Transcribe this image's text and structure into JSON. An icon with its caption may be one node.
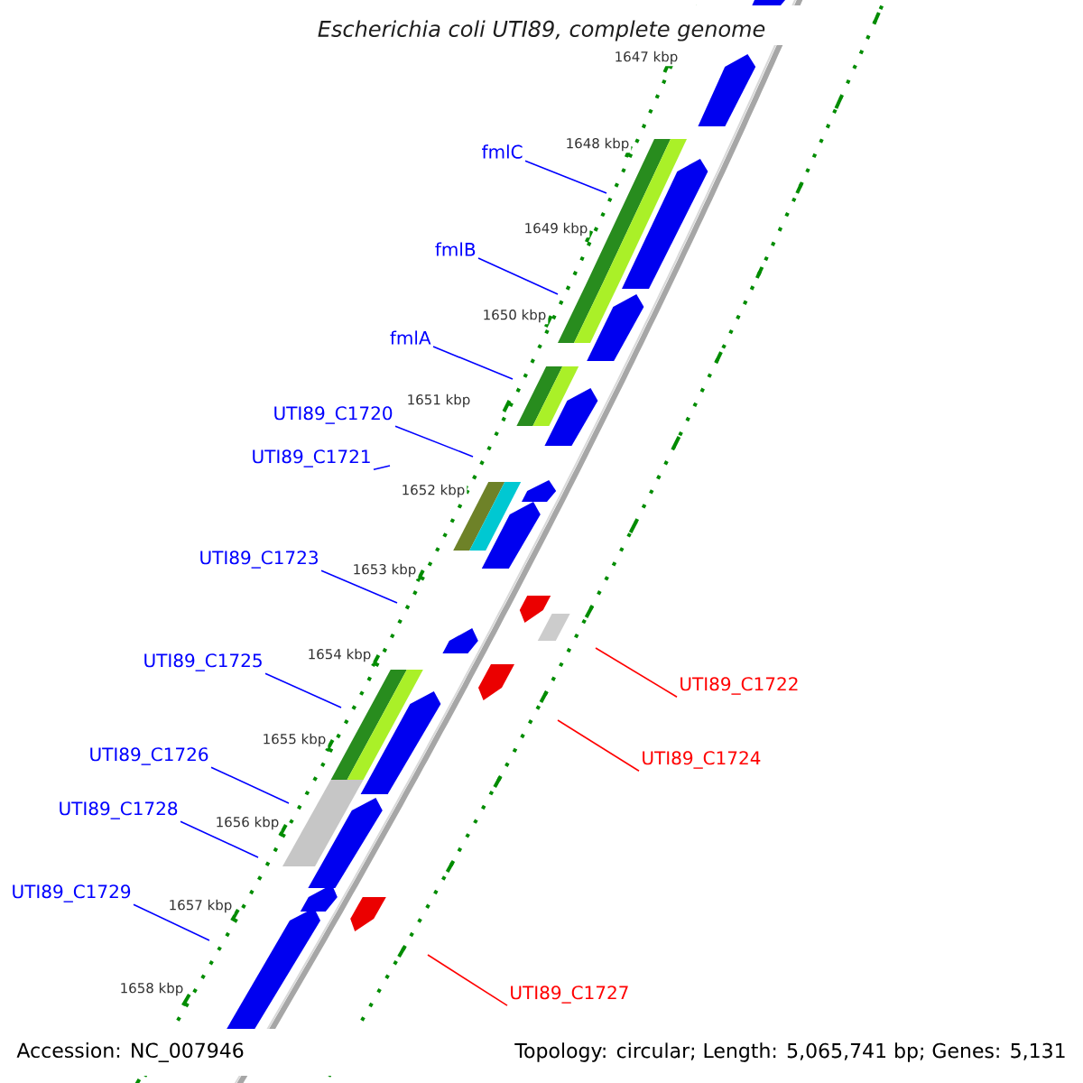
{
  "diagram": {
    "title": "Escherichia coli UTI89, complete genome",
    "nodes": [
      {
        "text": [
          "fmlC"
        ]
      },
      {
        "text": [
          "fmlB"
        ]
      },
      {
        "text": [
          "fmlA"
        ]
      },
      {
        "text": [
          "UTI89_C1720"
        ]
      },
      {
        "text": [
          "UTI89_C1721"
        ]
      },
      {
        "text": [
          "UTI89_C1723"
        ]
      },
      {
        "text": [
          "UTI89_C1725"
        ]
      },
      {
        "text": [
          "UTI89_C1722"
        ]
      },
      {
        "text": [
          "UTI89_C1726"
        ]
      },
      {
        "text": [
          "UTI89_C1724"
        ]
      },
      {
        "text": [
          "UTI89_C1728"
        ]
      },
      {
        "text": [
          "UTI89_C1729"
        ]
      },
      {
        "text": [
          "UTI89_C1727"
        ]
      }
    ],
    "edges": [
      {
        "from": 0,
        "to": null,
        "arrow": "none"
      },
      {
        "from": 1,
        "to": null,
        "arrow": "none"
      },
      {
        "from": 2,
        "to": null,
        "arrow": "none"
      },
      {
        "from": 3,
        "to": null,
        "arrow": "none"
      },
      {
        "from": 4,
        "to": null,
        "arrow": "none"
      },
      {
        "from": 5,
        "to": null,
        "arrow": "none"
      },
      {
        "from": 6,
        "to": null,
        "arrow": "none"
      },
      {
        "from": 7,
        "to": null,
        "arrow": "none",
        "color": "#ff0000"
      },
      {
        "from": 8,
        "to": null,
        "arrow": "none"
      },
      {
        "from": 9,
        "to": null,
        "arrow": "none",
        "color": "#ff0000"
      },
      {
        "from": 10,
        "to": null,
        "arrow": "none"
      },
      {
        "from": 11,
        "to": null,
        "arrow": "none"
      },
      {
        "from": 12,
        "to": null,
        "arrow": "none",
        "color": "#ff0000"
      }
    ],
    "labels": [
      "1647 kbp",
      "1648 kbp",
      "1649 kbp",
      "1650 kbp",
      "1651 kbp",
      "1652 kbp",
      "1653 kbp",
      "1654 kbp",
      "1655 kbp",
      "1656 kbp",
      "1657 kbp",
      "1658 kbp",
      "Accession: NC_007946",
      "Topology: circular; Length: 5,065,741 bp; Genes: 5,131"
    ]
  }
}
